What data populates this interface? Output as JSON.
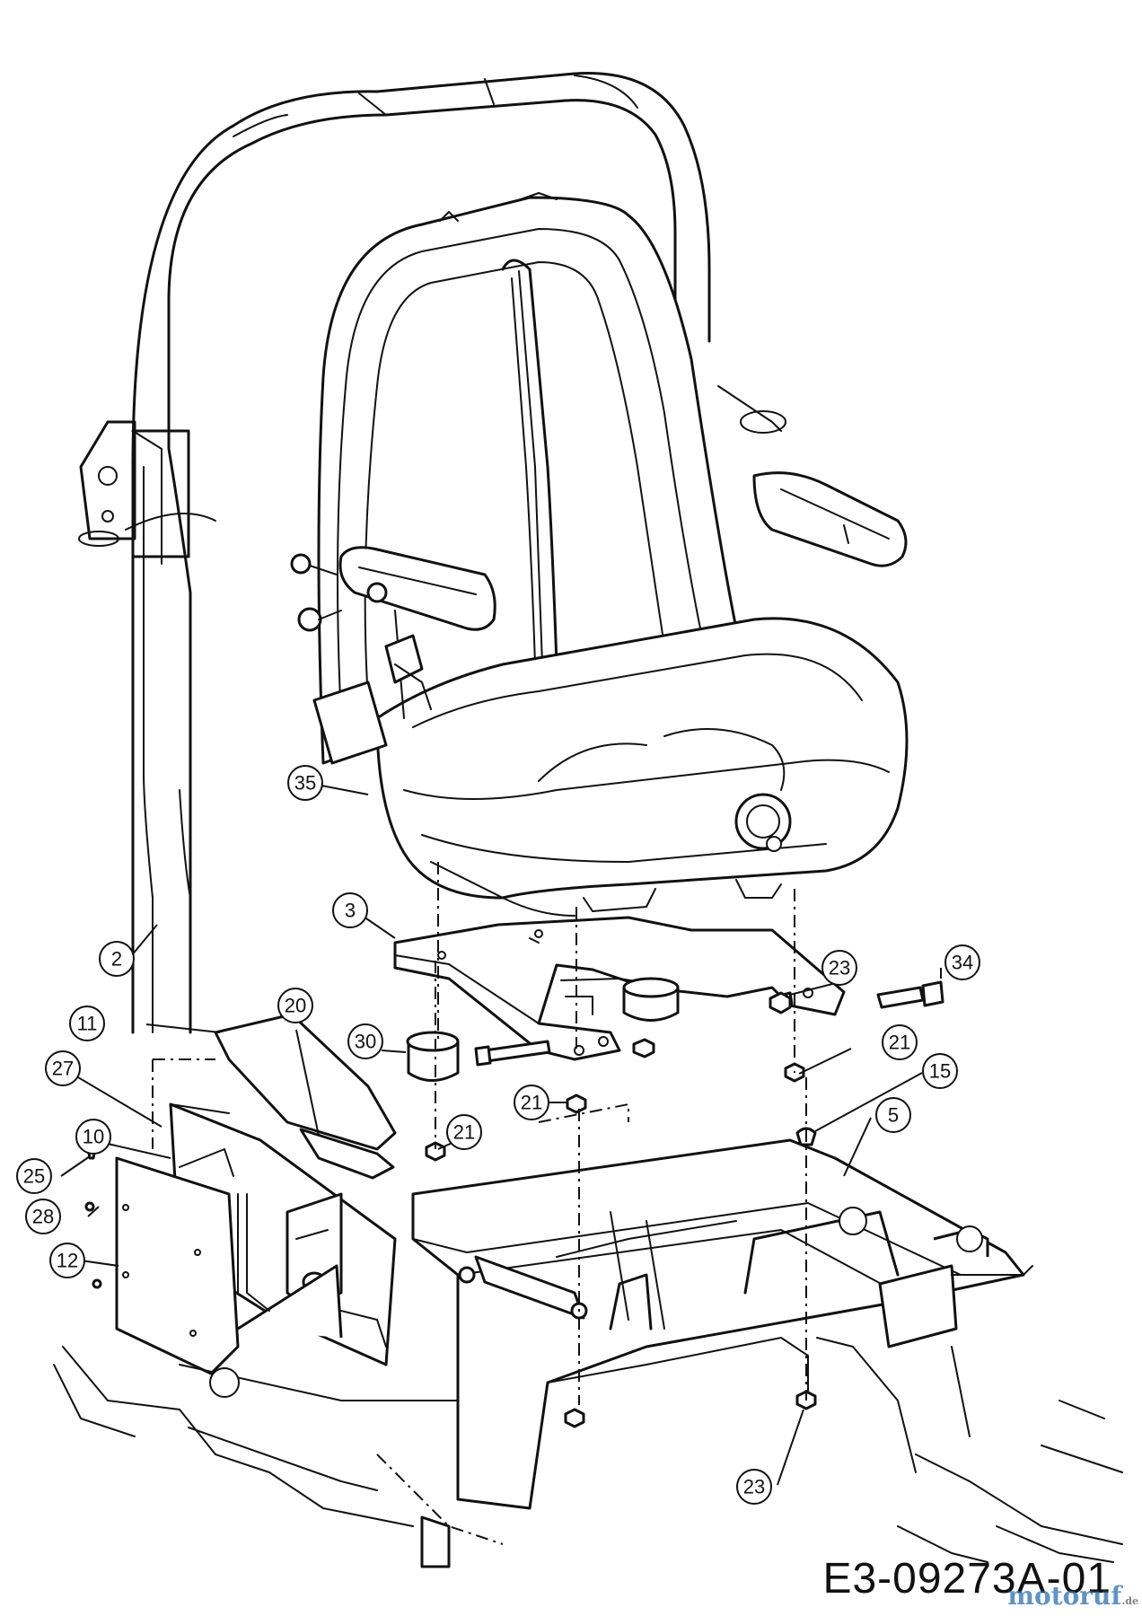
{
  "diagram": {
    "drawing_code": "E3-09273A-01",
    "watermark": "motoruf",
    "watermark_suffix": ".de",
    "callouts": [
      {
        "id": "c35",
        "label": "35"
      },
      {
        "id": "c3",
        "label": "3"
      },
      {
        "id": "c2",
        "label": "2"
      },
      {
        "id": "c23a",
        "label": "23"
      },
      {
        "id": "c34",
        "label": "34"
      },
      {
        "id": "c11",
        "label": "11"
      },
      {
        "id": "c20",
        "label": "20"
      },
      {
        "id": "c30",
        "label": "30"
      },
      {
        "id": "c21a",
        "label": "21"
      },
      {
        "id": "c27",
        "label": "27"
      },
      {
        "id": "c15",
        "label": "15"
      },
      {
        "id": "c21b",
        "label": "21"
      },
      {
        "id": "c10",
        "label": "10"
      },
      {
        "id": "c5",
        "label": "5"
      },
      {
        "id": "c21c",
        "label": "21"
      },
      {
        "id": "c25",
        "label": "25"
      },
      {
        "id": "c28",
        "label": "28"
      },
      {
        "id": "c12",
        "label": "12"
      },
      {
        "id": "c23b",
        "label": "23"
      }
    ]
  }
}
